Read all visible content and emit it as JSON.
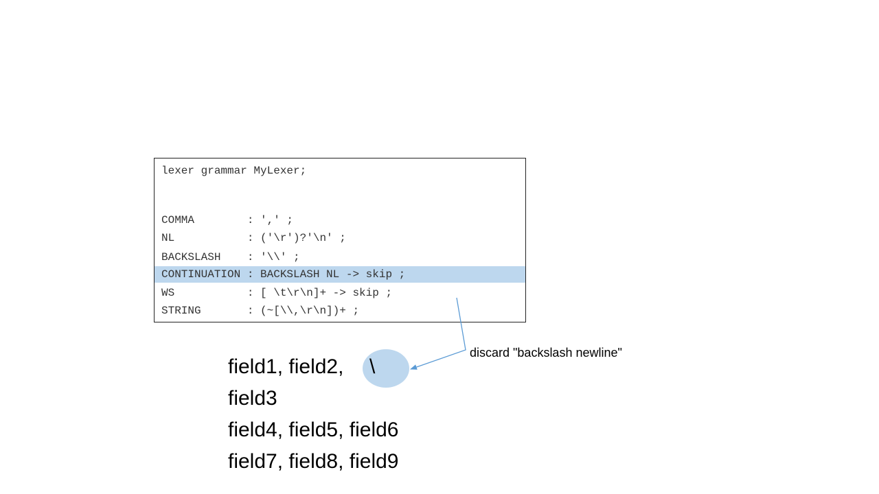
{
  "grammar": {
    "lines": [
      "lexer grammar MyLexer;",
      "",
      "",
      "COMMA        : ',' ;",
      "NL           : ('\\r')?'\\n' ;",
      "BACKSLASH    : '\\\\' ;",
      "CONTINUATION : BACKSLASH NL -> skip ;",
      "WS           : [ \\t\\r\\n]+ -> skip ;",
      "STRING       : (~[\\\\,\\r\\n])+ ;"
    ],
    "highlighted_line_index": 6
  },
  "input_example": {
    "lines": [
      "field1, field2, ",
      "field3",
      "field4, field5, field6",
      "field7, field8, field9"
    ],
    "continuation_char": "\\"
  },
  "annotation": {
    "text": "discard \"backslash newline\""
  },
  "colors": {
    "highlight": "#bdd7ee",
    "connector": "#5b9bd5",
    "box_border": "#222222"
  }
}
